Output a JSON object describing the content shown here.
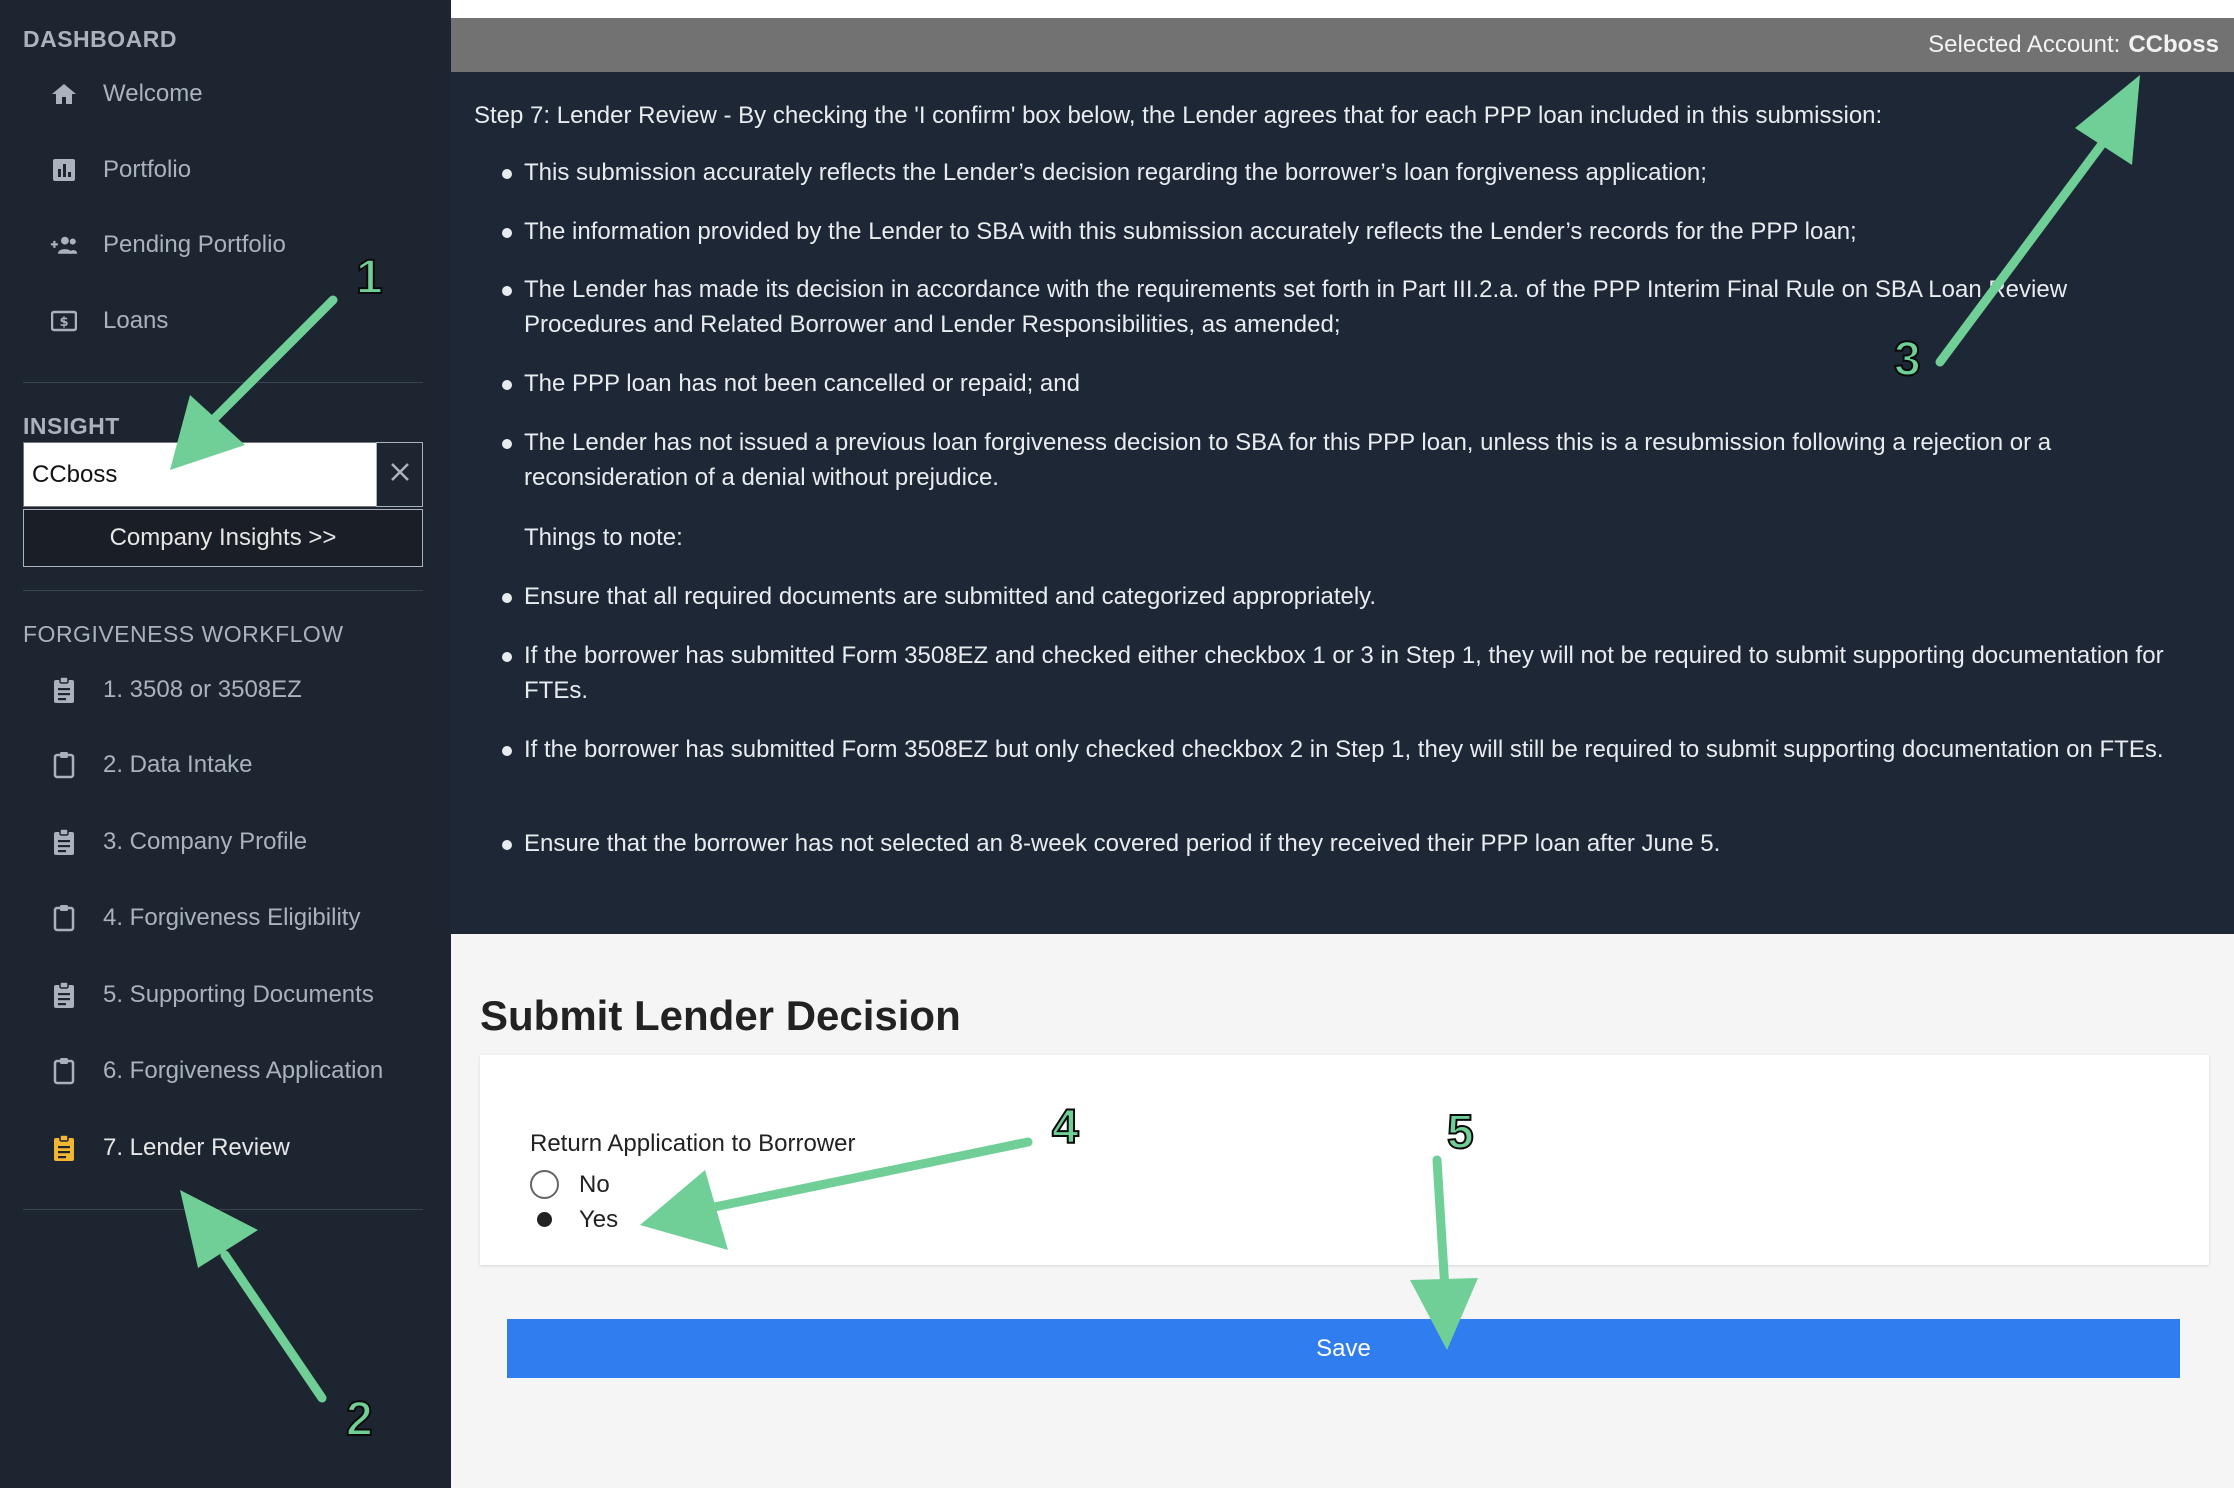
{
  "sidebar": {
    "dashboard_heading": "DASHBOARD",
    "dashboard_items": [
      {
        "label": "Welcome",
        "icon": "home-icon"
      },
      {
        "label": "Portfolio",
        "icon": "bar-chart-icon"
      },
      {
        "label": "Pending Portfolio",
        "icon": "users-add-icon"
      },
      {
        "label": "Loans",
        "icon": "dollar-bill-icon"
      }
    ],
    "insight_heading": "INSIGHT",
    "insight_search_value": "CCboss",
    "company_insights_label": "Company Insights >>",
    "workflow_heading": "FORGIVENESS WORKFLOW",
    "workflow_items": [
      {
        "label": "1. 3508 or 3508EZ",
        "icon": "clipboard-list-icon"
      },
      {
        "label": "2. Data Intake",
        "icon": "clipboard-icon"
      },
      {
        "label": "3. Company Profile",
        "icon": "clipboard-list-icon"
      },
      {
        "label": "4. Forgiveness Eligibility",
        "icon": "clipboard-icon"
      },
      {
        "label": "5. Supporting Documents",
        "icon": "clipboard-list-icon"
      },
      {
        "label": "6. Forgiveness Application",
        "icon": "clipboard-icon"
      },
      {
        "label": "7. Lender Review",
        "icon": "clipboard-list-icon",
        "active": true
      }
    ]
  },
  "header": {
    "account_label": "Selected Account:",
    "account_value": "CCboss"
  },
  "info": {
    "intro": "Step 7: Lender Review - By checking the 'I confirm' box below, the Lender agrees that for each PPP loan included in this submission:",
    "bullets": [
      "This submission accurately reflects the Lender’s decision regarding the borrower’s loan forgiveness application;",
      "The information provided by the Lender to SBA with this submission accurately reflects the Lender’s records for the PPP loan;",
      "The Lender has made its decision in accordance with the requirements set forth in Part III.2.a. of the PPP Interim Final Rule on SBA Loan Review Procedures and Related Borrower and Lender Responsibilities, as amended;",
      "The PPP loan has not been cancelled or repaid; and",
      "The Lender has not issued a previous loan forgiveness decision to SBA for this PPP loan, unless this is a resubmission following a rejection or a reconsideration of a denial without prejudice."
    ],
    "things_to_note": "Things to note:",
    "notes": [
      "Ensure that all required documents are submitted and categorized appropriately.",
      "If the borrower has submitted Form 3508EZ and checked either checkbox 1 or 3 in Step 1, they will not be required to submit supporting documentation for FTEs.",
      "If the borrower has submitted Form 3508EZ but only checked checkbox 2 in Step 1, they will still be required to submit supporting documentation on FTEs.",
      "Ensure that the borrower has not selected an 8-week covered period if they received their PPP loan after June 5."
    ]
  },
  "decision": {
    "title": "Submit Lender Decision",
    "question": "Return Application to Borrower",
    "option_no": "No",
    "option_yes": "Yes",
    "selected": "Yes",
    "save_label": "Save"
  },
  "annotations": {
    "color": "#6fcf97",
    "labels": [
      "1",
      "2",
      "3",
      "4",
      "5"
    ]
  }
}
